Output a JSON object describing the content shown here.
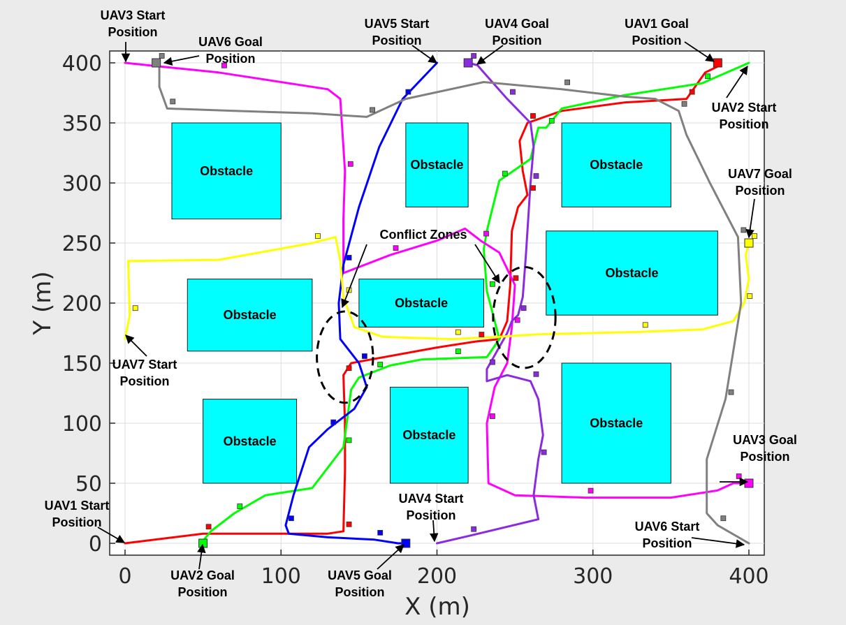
{
  "chart_data": {
    "type": "line",
    "xlabel": "X (m)",
    "ylabel": "Y (m)",
    "xlim": [
      -10,
      410
    ],
    "ylim": [
      -10,
      410
    ],
    "xticks": [
      0,
      100,
      200,
      300,
      400
    ],
    "yticks": [
      0,
      50,
      100,
      150,
      200,
      250,
      300,
      350,
      400
    ],
    "grid": true,
    "obstacles": [
      {
        "label": "Obstacle",
        "x0": 30,
        "x1": 100,
        "y0": 270,
        "y1": 350
      },
      {
        "label": "Obstacle",
        "x0": 180,
        "x1": 220,
        "y0": 280,
        "y1": 350
      },
      {
        "label": "Obstacle",
        "x0": 280,
        "x1": 350,
        "y0": 280,
        "y1": 350
      },
      {
        "label": "Obstacle",
        "x0": 40,
        "x1": 120,
        "y0": 160,
        "y1": 220
      },
      {
        "label": "Obstacle",
        "x0": 150,
        "x1": 230,
        "y0": 180,
        "y1": 220
      },
      {
        "label": "Obstacle",
        "x0": 270,
        "x1": 380,
        "y0": 190,
        "y1": 260
      },
      {
        "label": "Obstacle",
        "x0": 50,
        "x1": 110,
        "y0": 50,
        "y1": 120
      },
      {
        "label": "Obstacle",
        "x0": 170,
        "x1": 220,
        "y0": 50,
        "y1": 130
      },
      {
        "label": "Obstacle",
        "x0": 280,
        "x1": 350,
        "y0": 50,
        "y1": 150
      }
    ],
    "series": [
      {
        "color": "#ff0000",
        "points": [
          [
            0,
            0
          ],
          [
            50,
            8
          ],
          [
            95,
            8
          ],
          [
            130,
            8
          ],
          [
            140,
            10
          ],
          [
            141,
            60
          ],
          [
            141,
            100
          ],
          [
            140,
            140
          ],
          [
            145,
            150
          ],
          [
            200,
            163
          ],
          [
            225,
            168
          ],
          [
            240,
            170
          ],
          [
            245,
            185
          ],
          [
            247,
            215
          ],
          [
            248,
            260
          ],
          [
            252,
            280
          ],
          [
            258,
            290
          ],
          [
            255,
            310
          ],
          [
            253,
            335
          ],
          [
            258,
            350
          ],
          [
            280,
            360
          ],
          [
            320,
            367
          ],
          [
            360,
            370
          ],
          [
            372,
            392
          ],
          [
            380,
            397
          ]
        ]
      },
      {
        "color": "#00ff00",
        "points": [
          [
            400,
            400
          ],
          [
            370,
            383
          ],
          [
            320,
            373
          ],
          [
            280,
            362
          ],
          [
            270,
            346
          ],
          [
            265,
            346
          ],
          [
            260,
            320
          ],
          [
            240,
            302
          ],
          [
            232,
            260
          ],
          [
            230,
            245
          ],
          [
            232,
            210
          ],
          [
            240,
            170
          ],
          [
            232,
            155
          ],
          [
            210,
            154
          ],
          [
            190,
            153
          ],
          [
            170,
            148
          ],
          [
            160,
            143
          ],
          [
            150,
            138
          ],
          [
            145,
            128
          ],
          [
            140,
            80
          ],
          [
            120,
            46
          ],
          [
            90,
            40
          ],
          [
            70,
            25
          ],
          [
            55,
            10
          ],
          [
            50,
            2
          ]
        ]
      },
      {
        "color": "#ff00ff",
        "points": [
          [
            0,
            400
          ],
          [
            60,
            392
          ],
          [
            130,
            378
          ],
          [
            138,
            370
          ],
          [
            141,
            310
          ],
          [
            140,
            270
          ],
          [
            140,
            225
          ],
          [
            170,
            240
          ],
          [
            200,
            252
          ],
          [
            218,
            262
          ],
          [
            228,
            252
          ],
          [
            240,
            242
          ],
          [
            250,
            215
          ],
          [
            248,
            180
          ],
          [
            245,
            150
          ],
          [
            237,
            130
          ],
          [
            232,
            100
          ],
          [
            233,
            50
          ],
          [
            250,
            40
          ],
          [
            295,
            38
          ],
          [
            350,
            38
          ],
          [
            380,
            44
          ],
          [
            390,
            50
          ],
          [
            400,
            50
          ]
        ]
      },
      {
        "color": "#8a2be2",
        "points": [
          [
            200,
            0
          ],
          [
            220,
            6
          ],
          [
            265,
            20
          ],
          [
            262,
            40
          ],
          [
            265,
            70
          ],
          [
            268,
            90
          ],
          [
            265,
            120
          ],
          [
            260,
            135
          ],
          [
            245,
            140
          ],
          [
            232,
            135
          ],
          [
            232,
            145
          ],
          [
            245,
            175
          ],
          [
            248,
            185
          ],
          [
            252,
            190
          ],
          [
            255,
            205
          ],
          [
            257,
            240
          ],
          [
            260,
            300
          ],
          [
            262,
            330
          ],
          [
            260,
            350
          ],
          [
            245,
            370
          ],
          [
            230,
            392
          ],
          [
            226,
            398
          ],
          [
            220,
            400
          ]
        ]
      },
      {
        "color": "#0000ff",
        "points": [
          [
            200,
            400
          ],
          [
            178,
            370
          ],
          [
            163,
            330
          ],
          [
            150,
            280
          ],
          [
            140,
            232
          ],
          [
            137,
            200
          ],
          [
            138,
            170
          ],
          [
            150,
            150
          ],
          [
            155,
            130
          ],
          [
            147,
            112
          ],
          [
            130,
            95
          ],
          [
            118,
            80
          ],
          [
            108,
            40
          ],
          [
            103,
            15
          ],
          [
            105,
            8
          ],
          [
            130,
            5
          ],
          [
            160,
            3
          ],
          [
            175,
            0
          ],
          [
            180,
            0
          ]
        ]
      },
      {
        "color": "#ffff00",
        "points": [
          [
            0,
            170
          ],
          [
            3,
            190
          ],
          [
            2,
            235
          ],
          [
            60,
            236
          ],
          [
            120,
            250
          ],
          [
            135,
            255
          ],
          [
            138,
            235
          ],
          [
            140,
            205
          ],
          [
            147,
            180
          ],
          [
            165,
            172
          ],
          [
            210,
            170
          ],
          [
            240,
            172
          ],
          [
            265,
            174
          ],
          [
            330,
            176
          ],
          [
            370,
            178
          ],
          [
            390,
            185
          ],
          [
            397,
            200
          ],
          [
            400,
            220
          ],
          [
            398,
            240
          ],
          [
            400,
            250
          ]
        ]
      },
      {
        "color": "#808080",
        "points": [
          [
            400,
            0
          ],
          [
            380,
            15
          ],
          [
            373,
            25
          ],
          [
            373,
            70
          ],
          [
            385,
            120
          ],
          [
            390,
            160
          ],
          [
            395,
            200
          ],
          [
            393,
            255
          ],
          [
            375,
            300
          ],
          [
            360,
            340
          ],
          [
            355,
            360
          ],
          [
            340,
            370
          ],
          [
            320,
            372
          ],
          [
            280,
            378
          ],
          [
            230,
            384
          ],
          [
            180,
            370
          ],
          [
            155,
            355
          ],
          [
            120,
            358
          ],
          [
            70,
            360
          ],
          [
            27,
            362
          ],
          [
            22,
            380
          ],
          [
            22,
            400
          ],
          [
            20,
            400
          ]
        ]
      }
    ],
    "start_labels": [
      {
        "text": "UAV1 Start Position"
      },
      {
        "text": "UAV2 Start Position"
      },
      {
        "text": "UAV3 Start Position"
      },
      {
        "text": "UAV4 Start Position"
      },
      {
        "text": "UAV5 Start Position"
      },
      {
        "text": "UAV6 Start Position"
      },
      {
        "text": "UAV7 Start Position"
      }
    ],
    "goal_labels": [
      {
        "text": "UAV1 Goal Position"
      },
      {
        "text": "UAV2 Goal Position"
      },
      {
        "text": "UAV3 Goal Position"
      },
      {
        "text": "UAV4 Goal Position"
      },
      {
        "text": "UAV5 Goal Position"
      },
      {
        "text": "UAV6 Goal Position"
      },
      {
        "text": "UAV7 Goal Position"
      }
    ],
    "goals": [
      {
        "color": "#ff0000",
        "x": 380,
        "y": 400
      },
      {
        "color": "#00ff00",
        "x": 50,
        "y": 0
      },
      {
        "color": "#ff00ff",
        "x": 400,
        "y": 50
      },
      {
        "color": "#8a2be2",
        "x": 220,
        "y": 400
      },
      {
        "color": "#0000ff",
        "x": 180,
        "y": 0
      },
      {
        "color": "#808080",
        "x": 20,
        "y": 400
      },
      {
        "color": "#ffff00",
        "x": 400,
        "y": 250
      }
    ],
    "conflict_label": "Conflict Zones",
    "conflict_zones": [
      {
        "cx": 141,
        "cy": 155,
        "rx": 18,
        "ry": 38
      },
      {
        "cx": 256,
        "cy": 188,
        "rx": 20,
        "ry": 42
      }
    ]
  }
}
